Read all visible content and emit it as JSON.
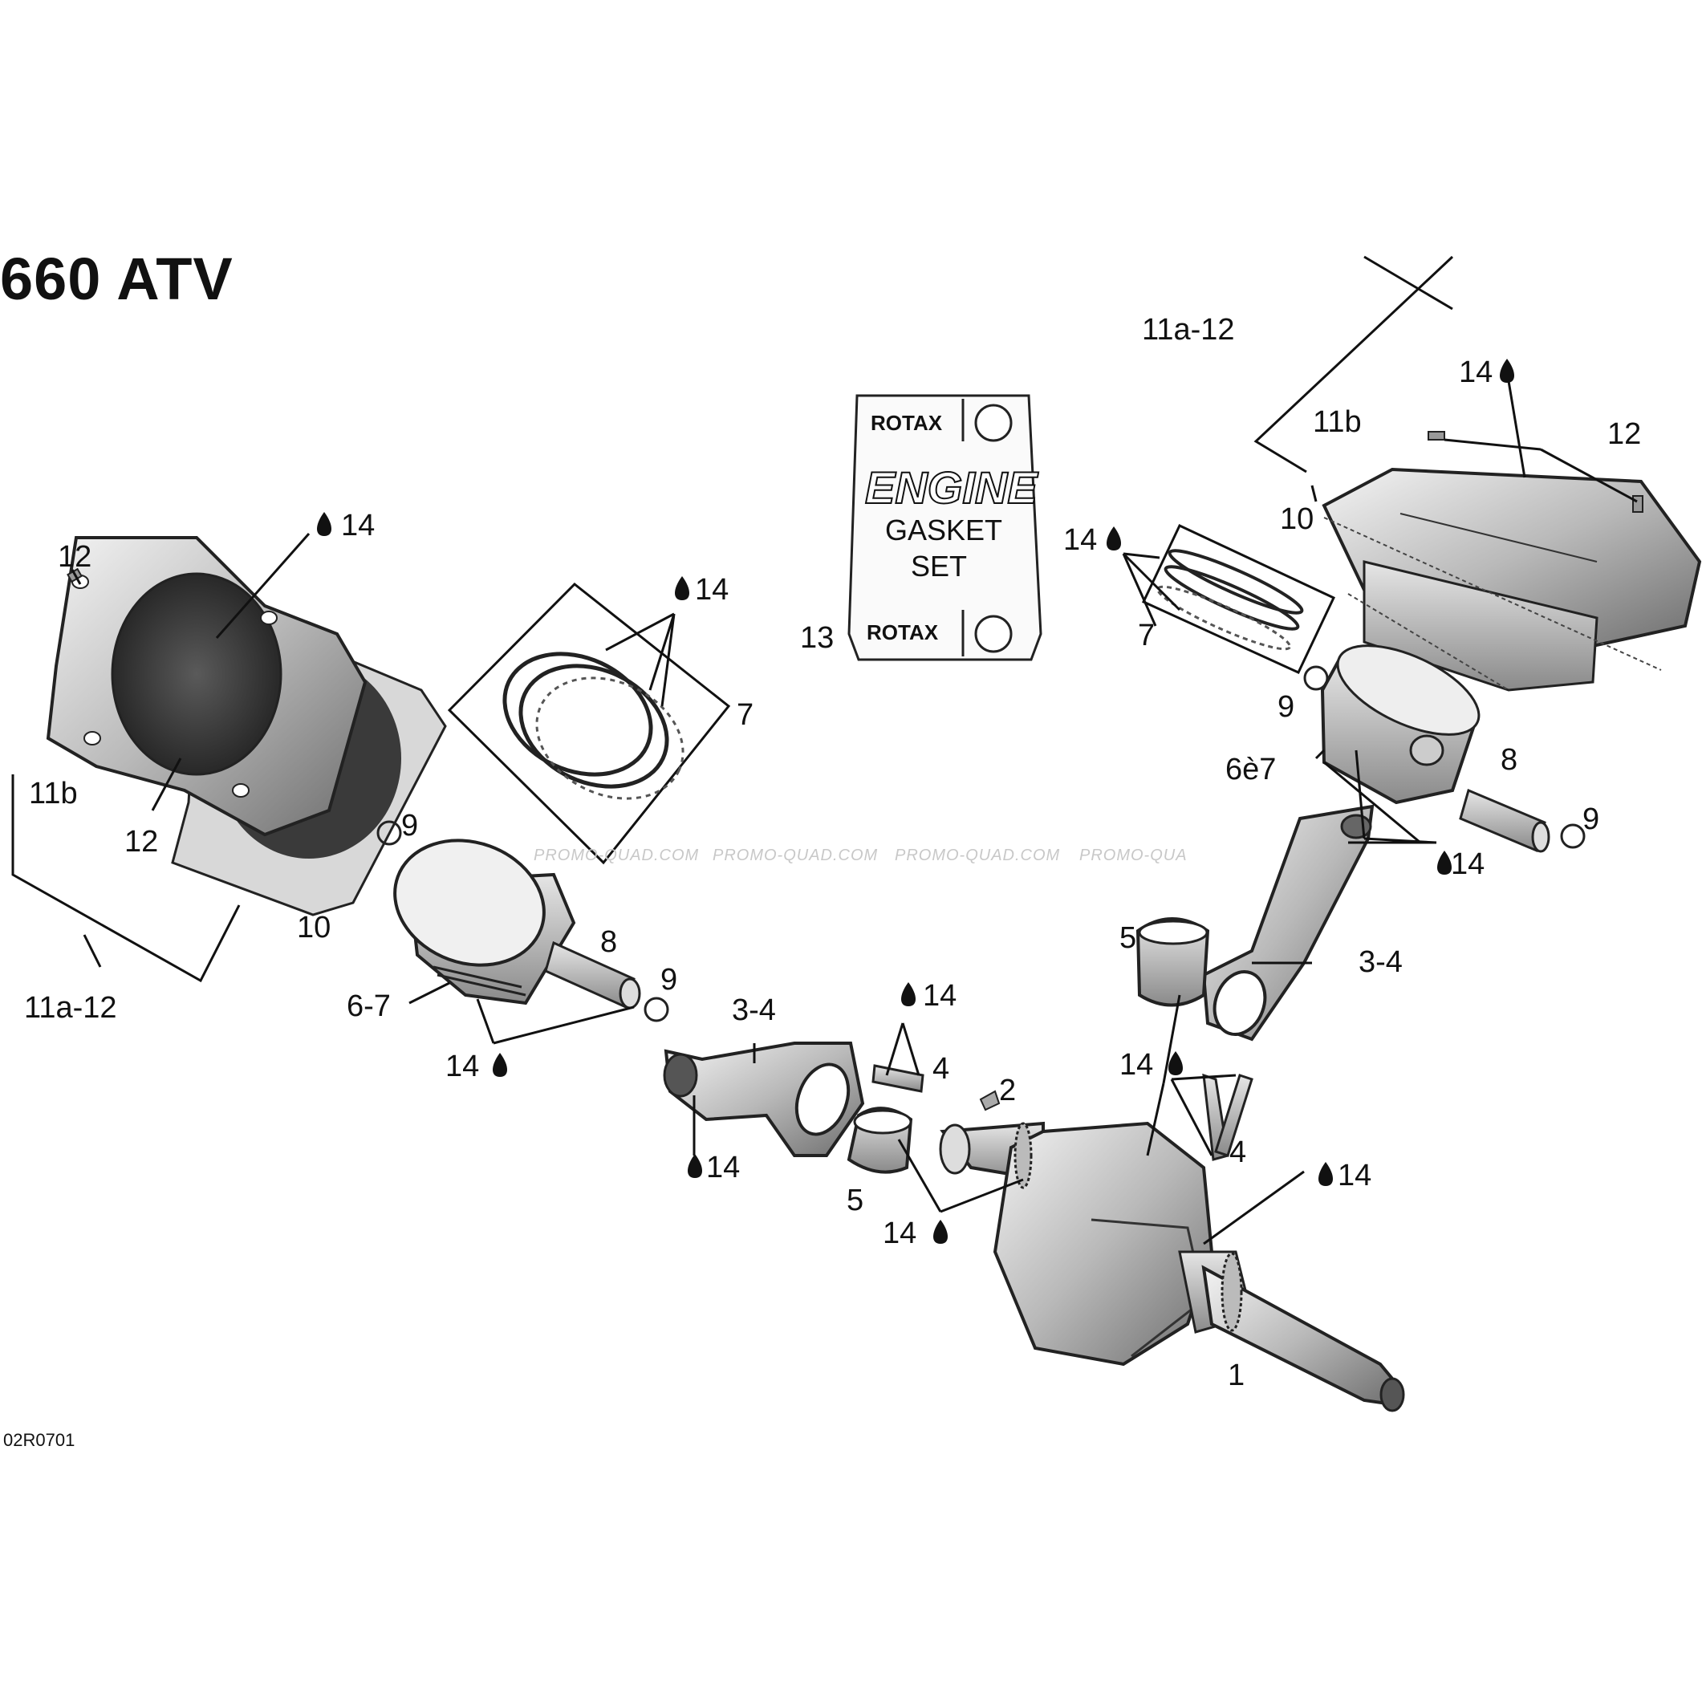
{
  "title": "660 ATV",
  "drawing_code": "02R0701",
  "watermark": [
    "PROMO-QUAD.COM",
    "PROMO-QUAD.COM",
    "PROMO-QUAD.COM",
    "PROMO-QUA"
  ],
  "gasket_card": {
    "brand_top": "ROTAX",
    "line1": "ENGINE",
    "line2": "GASKET",
    "line3": "SET",
    "brand_bottom": "ROTAX"
  },
  "labels": {
    "l_14_cyl_left": "14",
    "l_12_left_top": "12",
    "l_11b_left": "11b",
    "l_12_left_bottom": "12",
    "l_9_left": "9",
    "l_10_left": "10",
    "l_11a12_left": "11a-12",
    "l_14_rings_left": "14",
    "l_7_left": "7",
    "l_8_left": "8",
    "l_9_left_b": "9",
    "l_67_left": "6-7",
    "l_14_piston_left": "14",
    "l_34_left": "3-4",
    "l_14_rod_left_b": "14",
    "l_4_left": "4",
    "l_2": "2",
    "l_5_left": "5",
    "l_14_bearing_left": "14",
    "l_13": "13",
    "l_14_rings_right": "14",
    "l_7_right": "7",
    "l_11a12_right": "11a-12",
    "l_14_cyl_right": "14",
    "l_11b_right": "11b",
    "l_12_right": "12",
    "l_10_right": "10",
    "l_9_right": "9",
    "l_67_right": "6è7",
    "l_8_right": "8",
    "l_9_right_b": "9",
    "l_14_rod_right": "14",
    "l_5_right": "5",
    "l_34_right": "3-4",
    "l_14_crank": "14",
    "l_4_right": "4",
    "l_14_crank_right": "14",
    "l_1": "1",
    "l_14_rod_left": "14"
  }
}
